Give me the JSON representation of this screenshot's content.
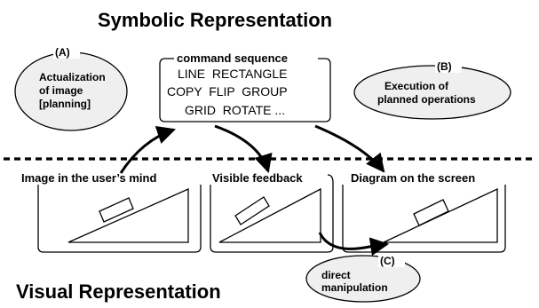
{
  "titles": {
    "symbolic": "Symbolic Representation",
    "visual": "Visual Representation"
  },
  "command_box": {
    "title": "command sequence",
    "lines": [
      "LINE  RECTANGLE",
      "COPY  FLIP  GROUP",
      "GRID  ROTATE ..."
    ]
  },
  "callouts": [
    {
      "tag": "(A)",
      "lines": [
        "Actualization",
        "of image",
        "[planning]"
      ]
    },
    {
      "tag": "(B)",
      "lines": [
        "Execution of",
        "planned operations"
      ]
    },
    {
      "tag": "(C)",
      "lines": [
        "direct",
        "manipulation"
      ]
    }
  ],
  "panels": [
    {
      "title": "Image in the user’s mind"
    },
    {
      "title": "Visible feedback"
    },
    {
      "title": "Diagram on the screen"
    }
  ],
  "colors": {
    "ellipse_fill": "#efefef",
    "stroke": "#000000",
    "background": "#ffffff"
  }
}
